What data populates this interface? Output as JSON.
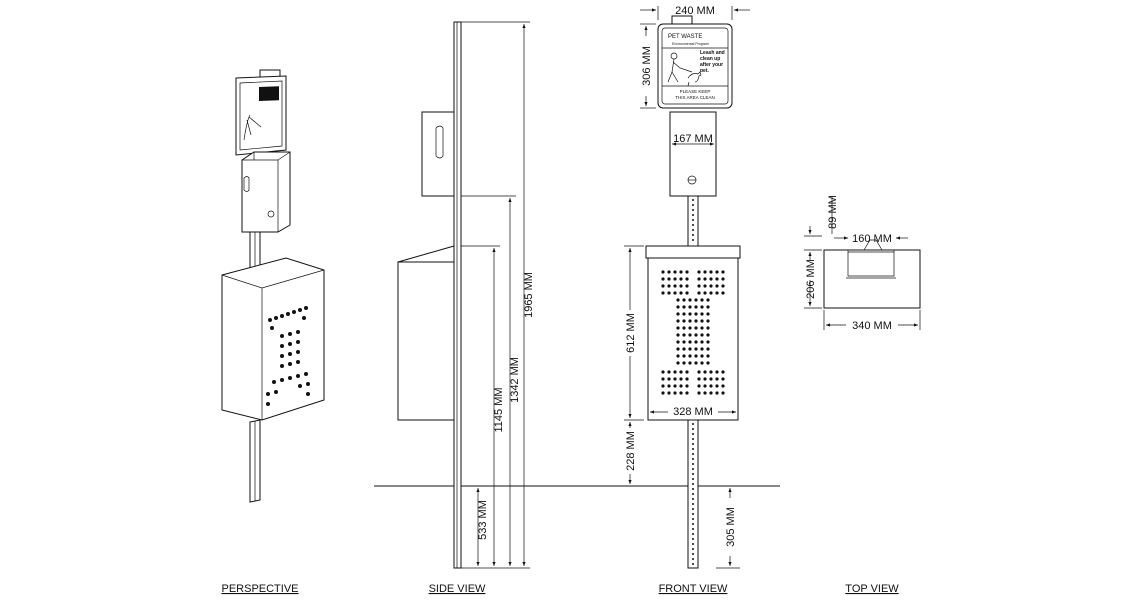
{
  "views": {
    "perspective": "PERSPECTIVE",
    "side": "SIDE VIEW",
    "front": "FRONT VIEW",
    "top": "TOP VIEW"
  },
  "dimensions": {
    "sign_width": "240 MM",
    "sign_height": "306 MM",
    "bag_box_width": "167 MM",
    "bin_height": "612 MM",
    "bin_width": "328 MM",
    "bin_clearance": "228 MM",
    "post_embed": "305 MM",
    "total_height": "1965 MM",
    "bin_top_height": "1342 MM",
    "bin_mount_height": "1145 MM",
    "ground_to_post": "533 MM",
    "top_lid_depth": "89 MM",
    "top_handle_width": "160 MM",
    "top_depth": "206 MM",
    "top_width": "340 MM"
  },
  "sign": {
    "title": "PET WASTE",
    "subtitle": "Environmental Program",
    "message": "Leash and clean up after your pet.",
    "footer_line1": "PLEASE KEEP",
    "footer_line2": "THIS AREA CLEAN"
  }
}
